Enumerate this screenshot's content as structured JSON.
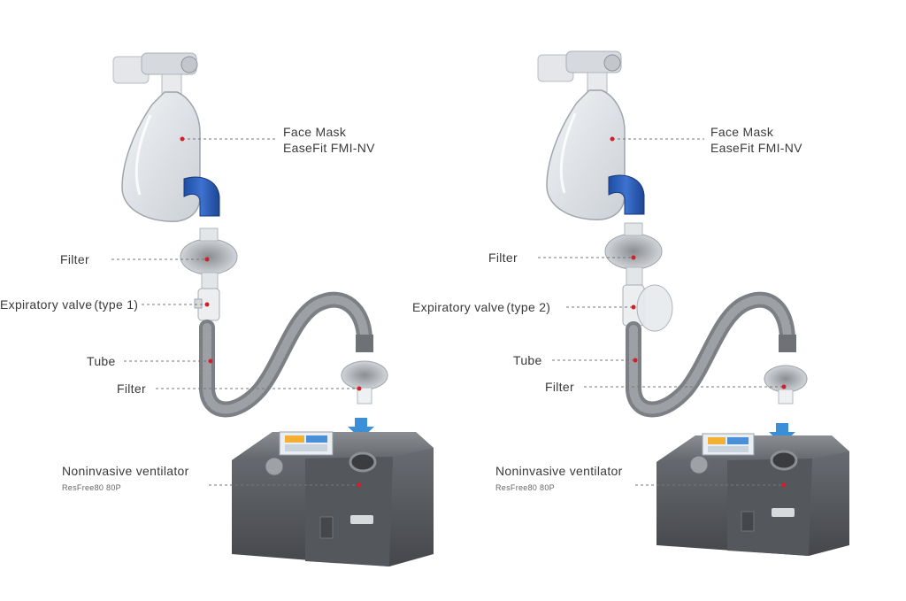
{
  "left": {
    "face_mask": "Face Mask",
    "face_mask_model": "EaseFit FMI-NV",
    "filter_top": "Filter",
    "expiratory_valve": "Expiratory valve",
    "expiratory_valve_type": "(type 1)",
    "tube": "Tube",
    "filter_bottom": "Filter",
    "ventilator": "Noninvasive ventilator",
    "ventilator_model": "ResFree80 80P"
  },
  "right": {
    "face_mask": "Face Mask",
    "face_mask_model": "EaseFit FMI-NV",
    "filter_top": "Filter",
    "expiratory_valve": "Expiratory valve",
    "expiratory_valve_type": "(type 2)",
    "tube": "Tube",
    "filter_bottom": "Filter",
    "ventilator": "Noninvasive ventilator",
    "ventilator_model": "ResFree80 80P"
  },
  "colors": {
    "mask_elbow": "#2c5fb8",
    "tube": "#7c7f84",
    "leader_dot": "#d0202a",
    "ventilator_body": "#5b5e63",
    "arrow": "#3a8fd6"
  }
}
